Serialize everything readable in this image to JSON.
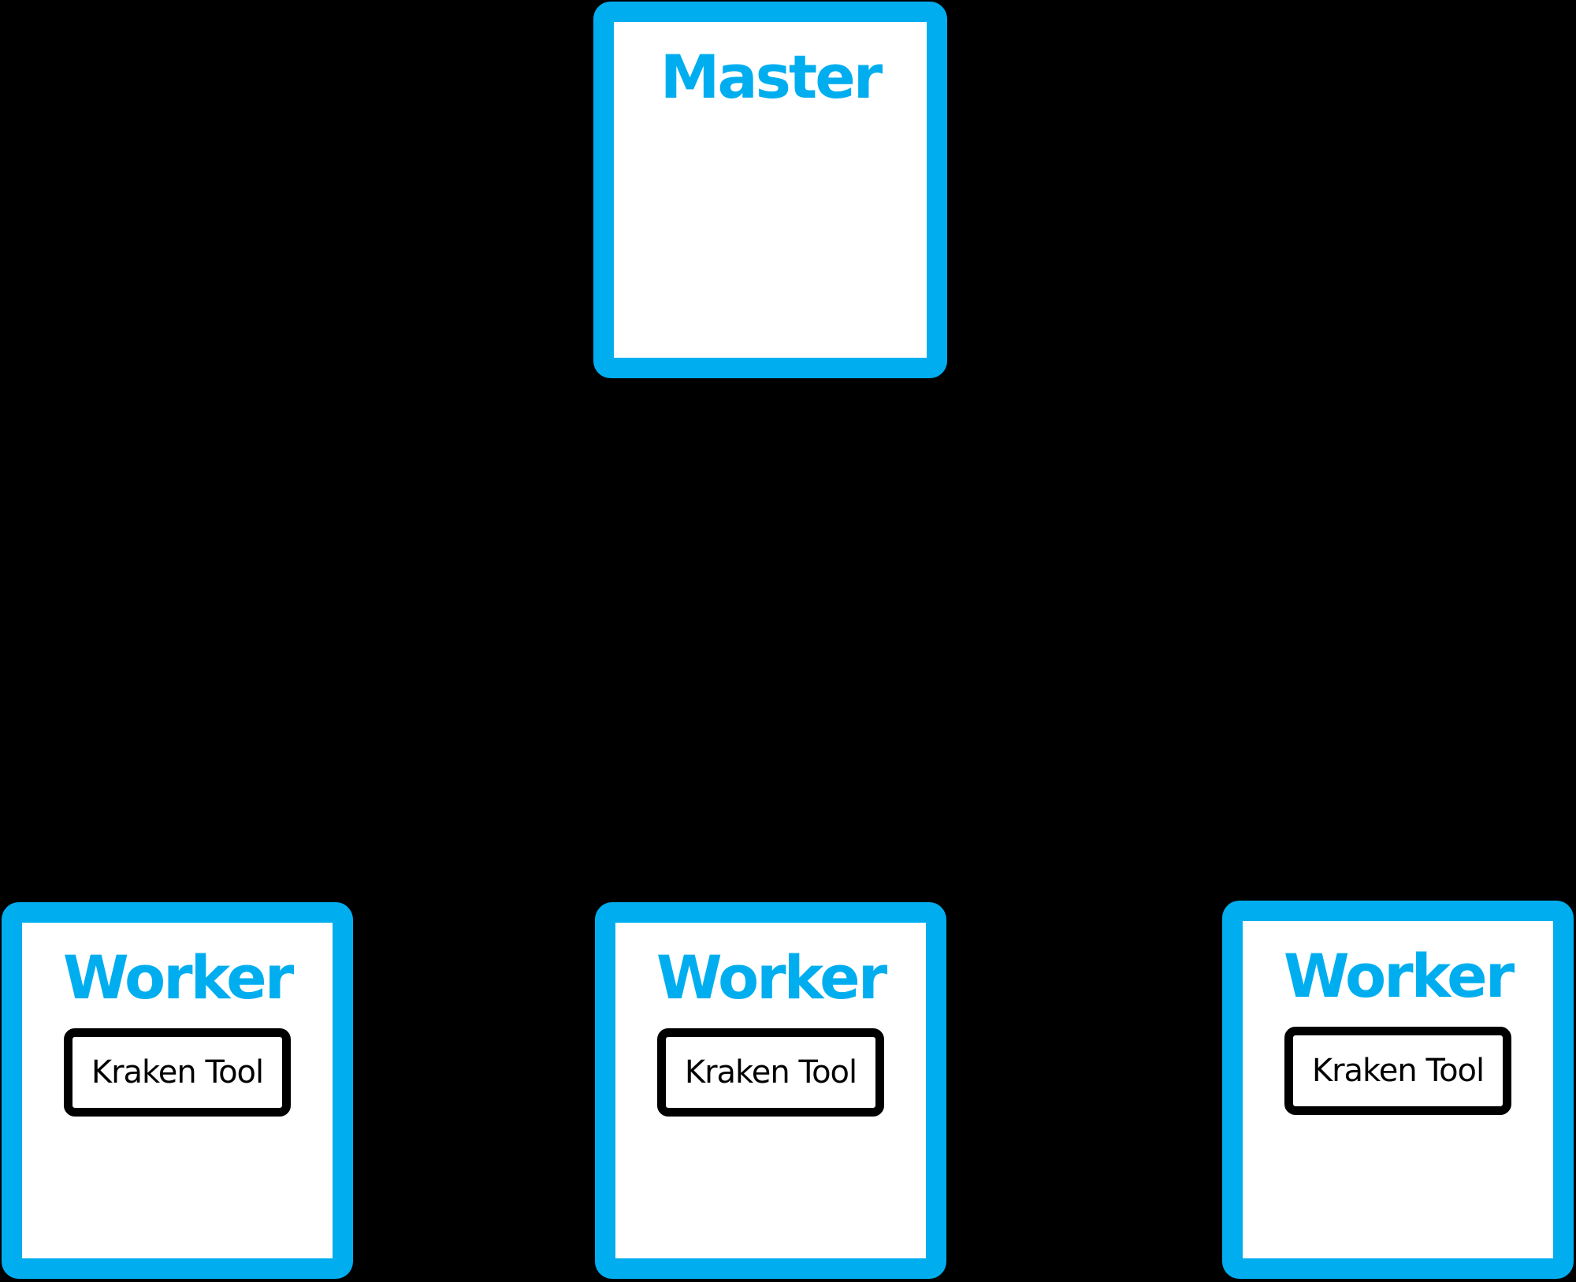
{
  "colors": {
    "accent": "#00AEEF",
    "node_fill": "#FFFFFF",
    "tool_border": "#000000",
    "tool_text": "#000000",
    "background": "#000000"
  },
  "diagram": {
    "master": {
      "label": "Master"
    },
    "workers": [
      {
        "label": "Worker",
        "tool_label": "Kraken Tool"
      },
      {
        "label": "Worker",
        "tool_label": "Kraken Tool"
      },
      {
        "label": "Worker",
        "tool_label": "Kraken Tool"
      }
    ]
  }
}
